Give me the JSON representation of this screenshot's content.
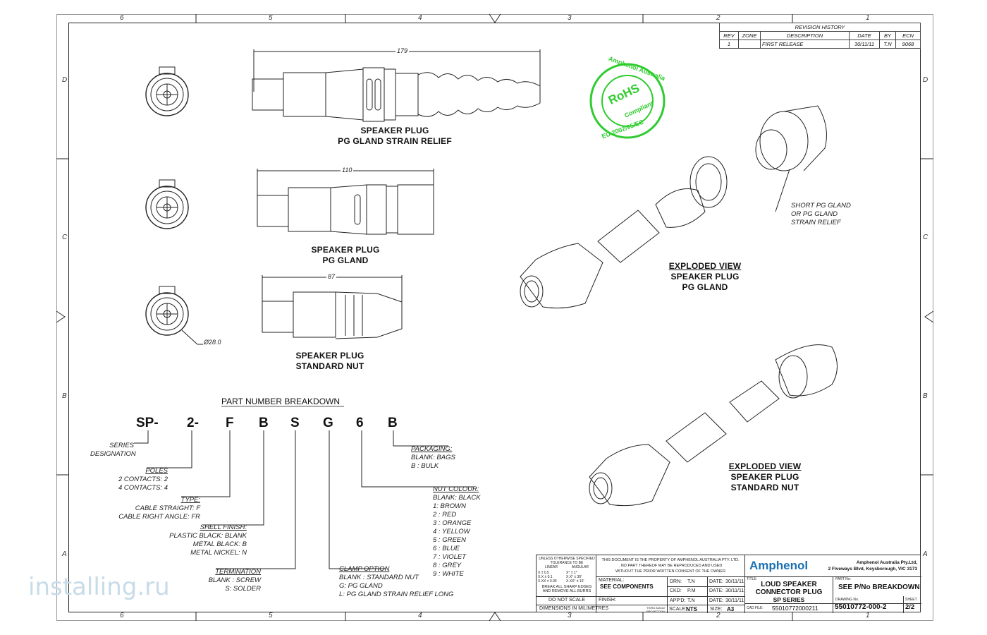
{
  "zones": {
    "top": [
      "6",
      "5",
      "4",
      "3",
      "2",
      "1"
    ],
    "bottom": [
      "6",
      "5",
      "4",
      "3",
      "2",
      "1"
    ],
    "left": [
      "D",
      "C",
      "B",
      "A"
    ],
    "right": [
      "D",
      "C",
      "B",
      "A"
    ]
  },
  "revision_history": {
    "title": "REVISION HISTORY",
    "headers": [
      "REV",
      "ZONE",
      "DESCRIPTION",
      "DATE",
      "BY",
      "ECN"
    ],
    "row": [
      "1",
      "",
      "FIRST RELEASE",
      "30/11/11",
      "T.N",
      "9068"
    ]
  },
  "views": {
    "pg_strain": {
      "title_1": "SPEAKER PLUG",
      "title_2": "PG GLAND STRAIN RELIEF",
      "dim": "179"
    },
    "pg_gland": {
      "title_1": "SPEAKER PLUG",
      "title_2": "PG GLAND",
      "dim": "110"
    },
    "standard_nut": {
      "title_1": "SPEAKER PLUG",
      "title_2": "STANDARD NUT",
      "dim": "87"
    },
    "diameter": "Ø28.0",
    "exploded_pg": {
      "title_1": "EXPLODED VIEW",
      "title_2": "SPEAKER PLUG",
      "title_3": "PG GLAND"
    },
    "exploded_nut": {
      "title_1": "EXPLODED VIEW",
      "title_2": "SPEAKER PLUG",
      "title_3": "STANDARD NUT"
    },
    "callout_1": "SHORT PG GLAND",
    "callout_2": "OR PG GLAND",
    "callout_3": "STRAIN RELIEF"
  },
  "rohs": {
    "top": "Amphenol Australia",
    "mid": "RoHS",
    "sub": "Compliant",
    "bottom": "EU 2002/95/EC"
  },
  "breakdown": {
    "title": "PART NUMBER BREAKDOWN",
    "codes": [
      "SP-",
      "2-",
      "F",
      "B",
      "S",
      "G",
      "6",
      "B"
    ],
    "series": [
      "SERIES",
      "DESIGNATION"
    ],
    "poles": [
      "POLES",
      "2 CONTACTS: 2",
      "4 CONTACTS: 4"
    ],
    "type": [
      "TYPE:",
      "CABLE STRAIGHT: F",
      "CABLE RIGHT ANGLE: FR"
    ],
    "shell": [
      "SHELL FINISH:",
      "PLASTIC BLACK: BLANK",
      "METAL BLACK: B",
      "METAL NICKEL: N"
    ],
    "termination": [
      "TERMINATION",
      "BLANK : SCREW",
      "S: SOLDER"
    ],
    "clamp": [
      "CLAMP OPTION",
      "BLANK :  STANDARD NUT",
      "G: PG GLAND",
      "L: PG GLAND STRAIN RELIEF LONG"
    ],
    "nut": [
      "NUT COLOUR:",
      "BLANK: BLACK",
      "1: BROWN",
      "2 : RED",
      "3 : ORANGE",
      "4 : YELLOW",
      "5 : GREEN",
      "6 : BLUE",
      "7 : VIOLET",
      "8 : GREY",
      "9 : WHITE"
    ],
    "packaging": [
      "PACKAGING:",
      "BLANK: BAGS",
      "B : BULK"
    ]
  },
  "title_block": {
    "tol_1": "UNLESS OTHERWISE SPECIFIED",
    "tol_2": "TOLERANCE TO BE",
    "tol_linear": "LINEAR",
    "tol_angular": "ANGULAR",
    "tol_l1": "X     ± 0.5",
    "tol_l2": "X.X   ± 0.1",
    "tol_l3": "X.XX  ± 0.05",
    "tol_a1": "X°    ± 1°",
    "tol_a2": "X.X°  ± 30'",
    "tol_a3": "X.XX° ± 15'",
    "edges_1": "BREAK ALL SHARP EDGES",
    "edges_2": "AND REMOVE ALL BURRS",
    "scale_note": "DO NOT SCALE",
    "units": "DIMENSIONS IN MILIMETRES",
    "projection": "THIRD ANGLE PROJECTION",
    "scale_label": "SCALE:",
    "scale": "NTS",
    "size_label": "SIZE:",
    "size": "A3",
    "prop_1": "THIS DOCUMENT IS THE PROPERTY OF AMPHENOL AUSTRALIA PTY. LTD.",
    "prop_2": ". NO PART THEREOF MAY BE REPRODUCED AND USED",
    "prop_3": "WITHOUT THE PRIOR WRITTEN CONSENT OF THE OWNER",
    "material_label": "MATERIAL:",
    "material": "SEE COMPONENTS",
    "finish_label": "FINISH:",
    "drn_label": "DRN:",
    "drn": "T.N",
    "drn_date": "30/11/11",
    "ckd_label": "CKD:",
    "ckd": "P.M",
    "ckd_date": "30/11/11",
    "appd_label": "APP'D:",
    "appd": "T.N",
    "appd_date": "30/11/11",
    "date_label": "DATE:",
    "company": "Amphenol",
    "address_1": "Amphenol Australia Pty.Ltd,",
    "address_2": "2 Fiveways Blvd, Keysborough, VIC 3173",
    "title_label": "TITLE:",
    "title_1": "LOUD SPEAKER",
    "title_2": "CONNECTOR PLUG",
    "title_3": "SP SERIES",
    "part_label": "PART No:",
    "part": "SEE P/No BREAKDOWN",
    "cad_label": "CAD FILE:",
    "cad": "55010772000211",
    "drawing_label": "DRAWING No.",
    "drawing": "55010772-000-2",
    "sheet_label": "SHEET",
    "sheet": "2/2"
  },
  "watermark": "installing.ru",
  "colors": {
    "rohs": "#2ecc2e",
    "brand": "#1a6fb0",
    "line": "#222222"
  }
}
